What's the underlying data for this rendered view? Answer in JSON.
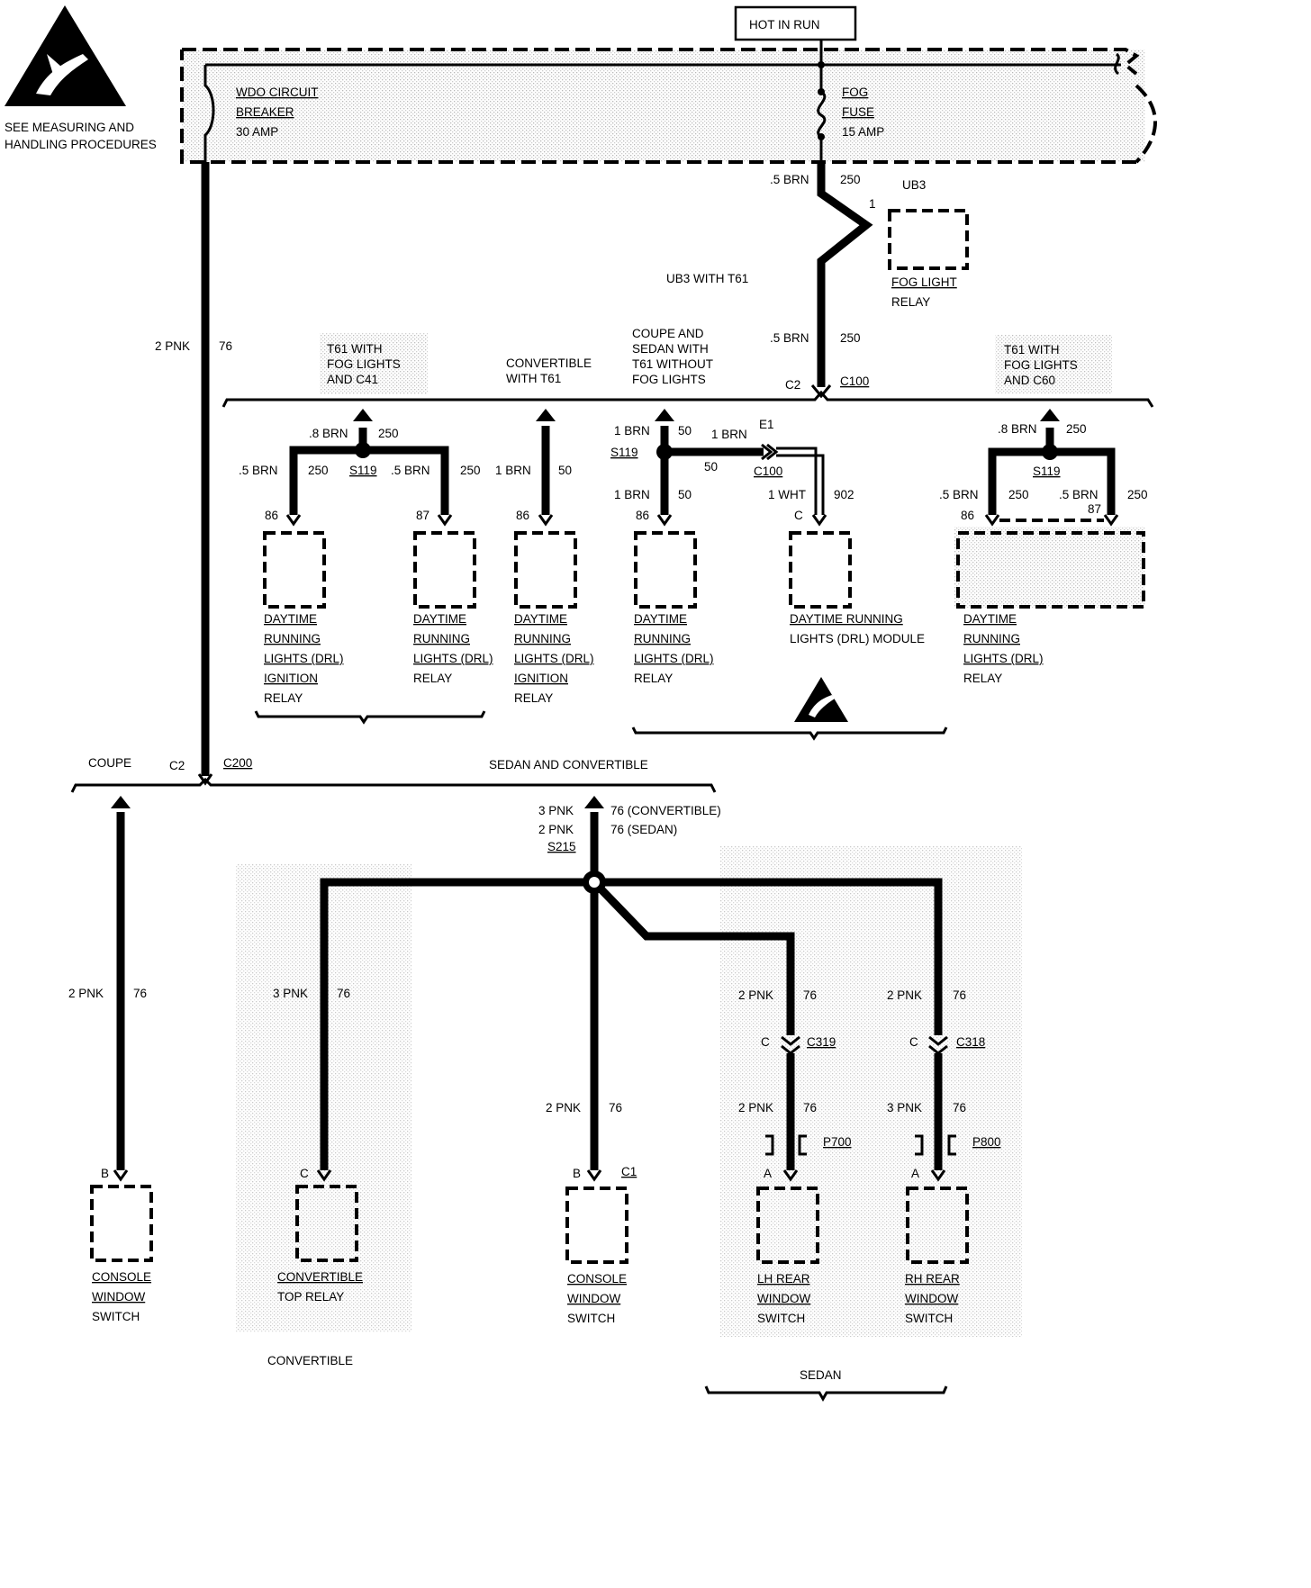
{
  "warning": {
    "line1": "SEE MEASURING AND",
    "line2": "HANDLING PROCEDURES"
  },
  "power": {
    "hot_label": "HOT IN RUN",
    "breaker": [
      "WDO CIRCUIT",
      "BREAKER",
      "30 AMP"
    ],
    "fuse": [
      "FOG",
      "FUSE",
      "15 AMP"
    ]
  },
  "fog_branch": {
    "wire_top": [
      ".5 BRN",
      "250"
    ],
    "ub3_label": "UB3",
    "pin1": "1",
    "relay": [
      "FOG LIGHT",
      "RELAY"
    ],
    "ub3_with": "UB3 WITH T61",
    "wire_bottom": [
      ".5 BRN",
      "250"
    ],
    "conn": [
      "C2",
      "C100"
    ]
  },
  "left_wire": [
    "2 PNK",
    "76"
  ],
  "options": {
    "opt1": [
      "T61 WITH",
      "FOG LIGHTS",
      "AND C41"
    ],
    "opt2": [
      "CONVERTIBLE",
      "WITH T61"
    ],
    "opt3": [
      "COUPE AND",
      "SEDAN WITH",
      "T61 WITHOUT",
      "FOG LIGHTS"
    ],
    "opt4": [
      "T61 WITH",
      "FOG LIGHTS",
      "AND C60"
    ]
  },
  "group1": {
    "top": [
      ".8 BRN",
      "250"
    ],
    "splice": "S119",
    "left": [
      ".5 BRN",
      "250"
    ],
    "right": [
      ".5 BRN",
      "250"
    ],
    "pin_a": "86",
    "pin_b": "87",
    "comp_a": [
      "DAYTIME",
      "RUNNING",
      "LIGHTS (DRL)",
      "IGNITION",
      "RELAY"
    ],
    "comp_b": [
      "DAYTIME",
      "RUNNING",
      "LIGHTS (DRL)",
      "RELAY"
    ]
  },
  "group2": {
    "wire": [
      "1 BRN",
      "50"
    ],
    "pin": "86",
    "comp": [
      "DAYTIME",
      "RUNNING",
      "LIGHTS (DRL)",
      "IGNITION",
      "RELAY"
    ]
  },
  "group3": {
    "top": [
      "1 BRN",
      "50"
    ],
    "splice": "S119",
    "h": [
      "1 BRN",
      "50"
    ],
    "e1": "E1",
    "c100": "C100",
    "bottom": [
      "1 BRN",
      "50"
    ],
    "wht": [
      "1 WHT",
      "902"
    ],
    "pin_a": "86",
    "pin_c": "C",
    "comp_a": [
      "DAYTIME",
      "RUNNING",
      "LIGHTS (DRL)",
      "RELAY"
    ],
    "comp_b": [
      "DAYTIME RUNNING",
      "LIGHTS (DRL) MODULE"
    ]
  },
  "group4": {
    "top": [
      ".8 BRN",
      "250"
    ],
    "splice": "S119",
    "left": [
      ".5 BRN",
      "250"
    ],
    "right": [
      ".5 BRN",
      "250"
    ],
    "pin_a": "86",
    "pin_b": "87",
    "comp": [
      "DAYTIME",
      "RUNNING",
      "LIGHTS (DRL)",
      "RELAY"
    ]
  },
  "lower": {
    "coupe": "COUPE",
    "c2": "C2",
    "c200": "C200",
    "sedan_conv": "SEDAN AND CONVERTIBLE",
    "main_wire": [
      "3 PNK",
      "76 (CONVERTIBLE)",
      "2 PNK",
      "76 (SEDAN)"
    ],
    "s215": "S215",
    "coupe_wire": [
      "2 PNK",
      "76"
    ],
    "conv_wire": [
      "3 PNK",
      "76"
    ],
    "center_wire": [
      "2 PNK",
      "76"
    ],
    "lh_wire1": [
      "2 PNK",
      "76"
    ],
    "lh_conn": [
      "C",
      "C319"
    ],
    "lh_wire2": [
      "2 PNK",
      "76"
    ],
    "lh_p": "P700",
    "rh_wire1": [
      "2 PNK",
      "76"
    ],
    "rh_conn": [
      "C",
      "C318"
    ],
    "rh_wire2": [
      "3 PNK",
      "76"
    ],
    "rh_p": "P800",
    "pins": [
      "B",
      "C",
      "B",
      "C1",
      "A",
      "A"
    ],
    "comp_coupe": [
      "CONSOLE",
      "WINDOW",
      "SWITCH"
    ],
    "comp_conv": [
      "CONVERTIBLE",
      "TOP RELAY"
    ],
    "comp_center": [
      "CONSOLE",
      "WINDOW",
      "SWITCH"
    ],
    "comp_lh": [
      "LH REAR",
      "WINDOW",
      "SWITCH"
    ],
    "comp_rh": [
      "RH REAR",
      "WINDOW",
      "SWITCH"
    ],
    "convertible": "CONVERTIBLE",
    "sedan": "SEDAN"
  }
}
